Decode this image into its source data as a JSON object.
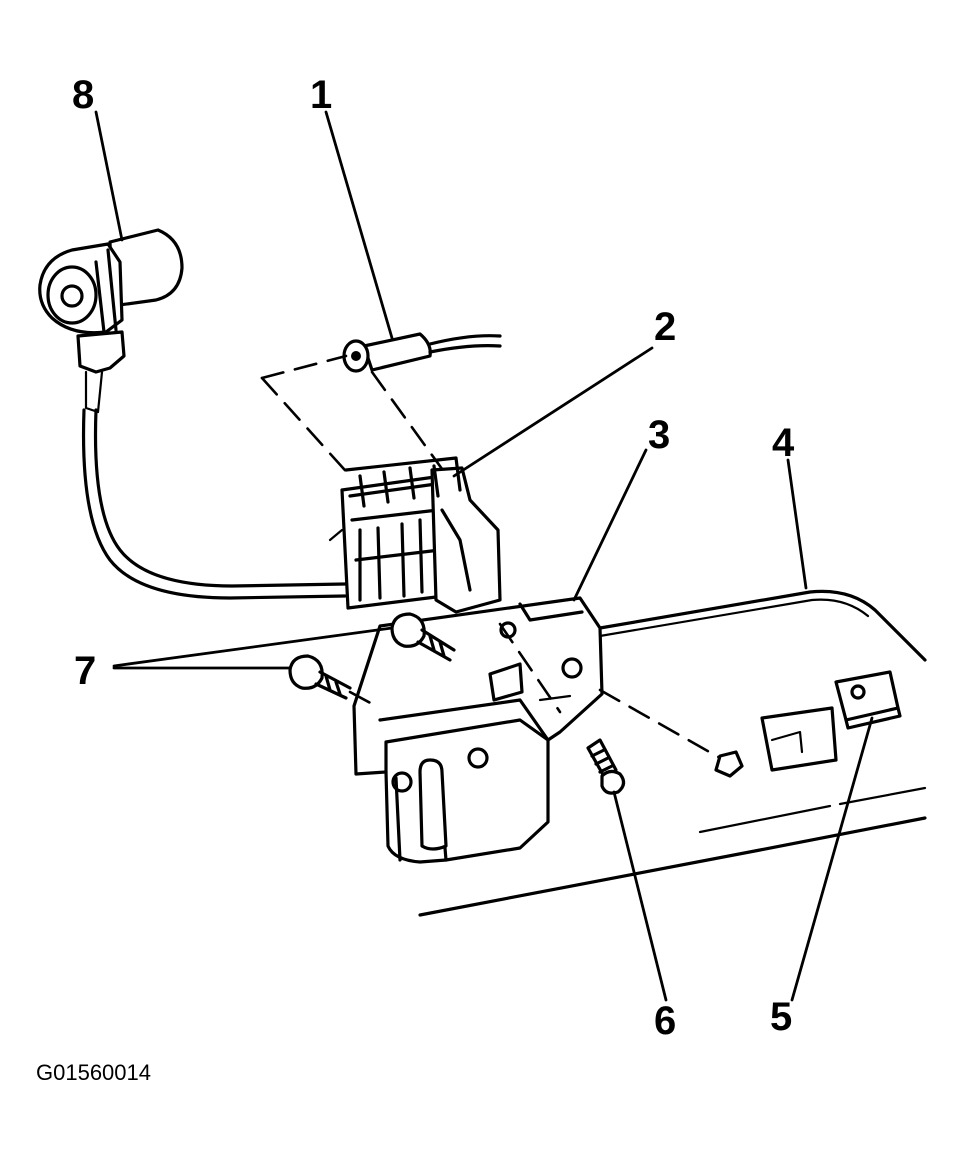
{
  "callouts": {
    "c1": "1",
    "c2": "2",
    "c3": "3",
    "c4": "4",
    "c5": "5",
    "c6": "6",
    "c7": "7",
    "c8": "8"
  },
  "figure_id": "G01560014"
}
